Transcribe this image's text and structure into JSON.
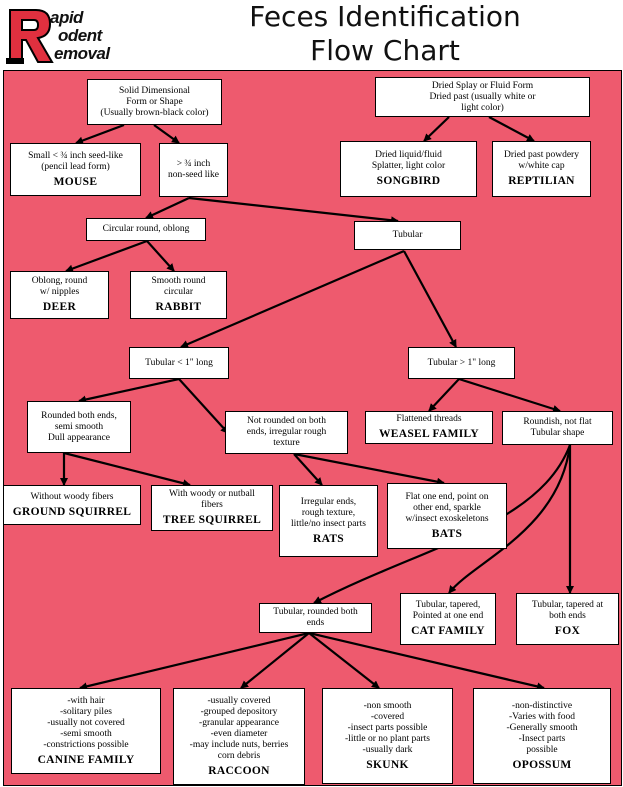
{
  "logo": {
    "line1": "apid",
    "line2": "odent",
    "line3": "emoval"
  },
  "title": {
    "line1": "Feces Identification",
    "line2": "Flow Chart"
  },
  "nodes": {
    "solid": {
      "text": "Solid Dimensional\nForm or Shape\n(Usually brown-black color)"
    },
    "dried": {
      "text": "Dried Splay or Fluid Form\nDried past (usually white or\nlight color)"
    },
    "small": {
      "text": "Small < ¾ inch seed-like\n(pencil lead form)",
      "bold": "MOUSE"
    },
    "large": {
      "text": "> ¾ inch\nnon-seed like"
    },
    "songbird": {
      "text": "Dried liquid/fluid\nSplatter, light color",
      "bold": "SONGBIRD"
    },
    "reptilian": {
      "text": "Dried past powdery\nw/white cap",
      "bold": "REPTILIAN"
    },
    "circular": {
      "text": "Circular round, oblong"
    },
    "tubular": {
      "text": "Tubular"
    },
    "deer": {
      "text": "Oblong, round\nw/ nipples",
      "bold": "DEER"
    },
    "rabbit": {
      "text": "Smooth round\ncircular",
      "bold": "RABBIT"
    },
    "tub_lt": {
      "text": "Tubular < 1\" long"
    },
    "tub_gt": {
      "text": "Tubular > 1\" long"
    },
    "rounded": {
      "text": "Rounded both ends,\nsemi smooth\nDull appearance"
    },
    "notrounded": {
      "text": "Not rounded on both\nends, irregular rough\ntexture"
    },
    "weasel": {
      "text": "Flattened threads",
      "bold": "WEASEL FAMILY"
    },
    "roundish": {
      "text": "Roundish, not flat\nTubular shape"
    },
    "ground": {
      "text": "Without woody fibers",
      "bold": "GROUND  SQUIRREL"
    },
    "tree": {
      "text": "With woody or nutball\nfibers",
      "bold": "TREE SQUIRREL"
    },
    "rats": {
      "text": "Irregular ends,\nrough texture,\nlittle/no insect parts",
      "bold": "RATS"
    },
    "bats": {
      "text": "Flat one end, point on\nother end, sparkle\nw/insect exoskeletons",
      "bold": "BATS"
    },
    "tub_rounded": {
      "text": "Tubular, rounded both\nends"
    },
    "cat": {
      "text": "Tubular, tapered,\nPointed at one end",
      "bold": "CAT FAMILY"
    },
    "fox": {
      "text": "Tubular, tapered at\nboth ends",
      "bold": "FOX"
    },
    "canine": {
      "text": "-with hair\n-solitary piles\n-usually not covered\n-semi smooth\n-constrictions possible",
      "bold": "CANINE FAMILY"
    },
    "raccoon": {
      "text": "-usually covered\n-grouped depository\n-granular appearance\n-even diameter\n-may include nuts, berries\ncorn debris",
      "bold": "RACCOON"
    },
    "skunk": {
      "text": "-non smooth\n-covered\n-insect parts possible\n-little or no plant parts\n-usually dark",
      "bold": "SKUNK"
    },
    "opossum": {
      "text": "-non-distinctive\n-Varies with food\n-Generally smooth\n-Insect parts\npossible",
      "bold": "OPOSSUM"
    }
  }
}
